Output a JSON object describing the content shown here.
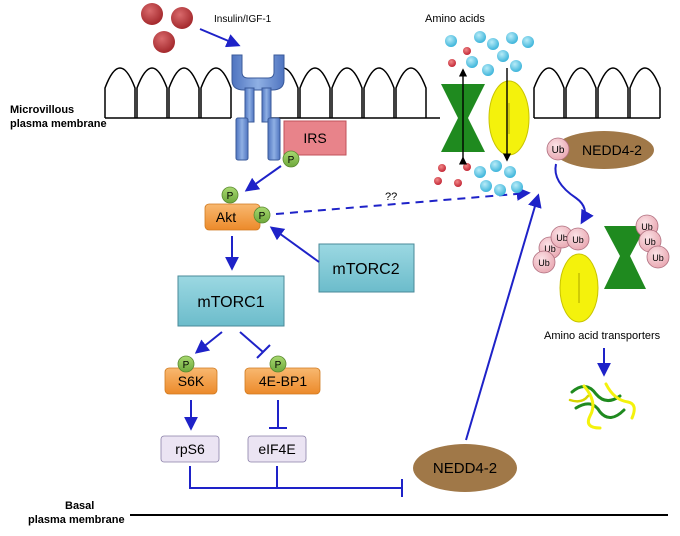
{
  "labels": {
    "insulin": "Insulin/IGF-1",
    "amino_acids": "Amino acids",
    "membrane_top_1": "Microvillous",
    "membrane_top_2": "plasma membrane",
    "membrane_bottom_1": "Basal",
    "membrane_bottom_2": "plasma membrane",
    "unknown": "??",
    "transporters": "Amino acid transporters"
  },
  "nodes": {
    "irs": "IRS",
    "akt": "Akt",
    "mtorc1": "mTORC1",
    "mtorc2": "mTORC2",
    "s6k": "S6K",
    "bp1": "4E-BP1",
    "rps6": "rpS6",
    "eif4e": "eIF4E",
    "nedd42_membrane": "NEDD4-2",
    "nedd42_cyto": "NEDD4-2"
  },
  "markers": {
    "phospho": "P",
    "ubiquitin": "Ub"
  },
  "colors": {
    "arrow": "#1e22c8",
    "receptor": "#6a8fd0",
    "irs": "#e8838a",
    "akt": "#f4a24a",
    "phospho": "#8ec25a",
    "mtor": "#7ec8d4",
    "target": "#ebe4f3",
    "nedd": "#a07848",
    "ub": "#f0c0c8",
    "transporter_green": "#1f8a1f",
    "transporter_yellow": "#f4f20c",
    "ligand": "#b83438",
    "aa_blue": "#4cc0e0",
    "aa_red": "#d83840"
  }
}
